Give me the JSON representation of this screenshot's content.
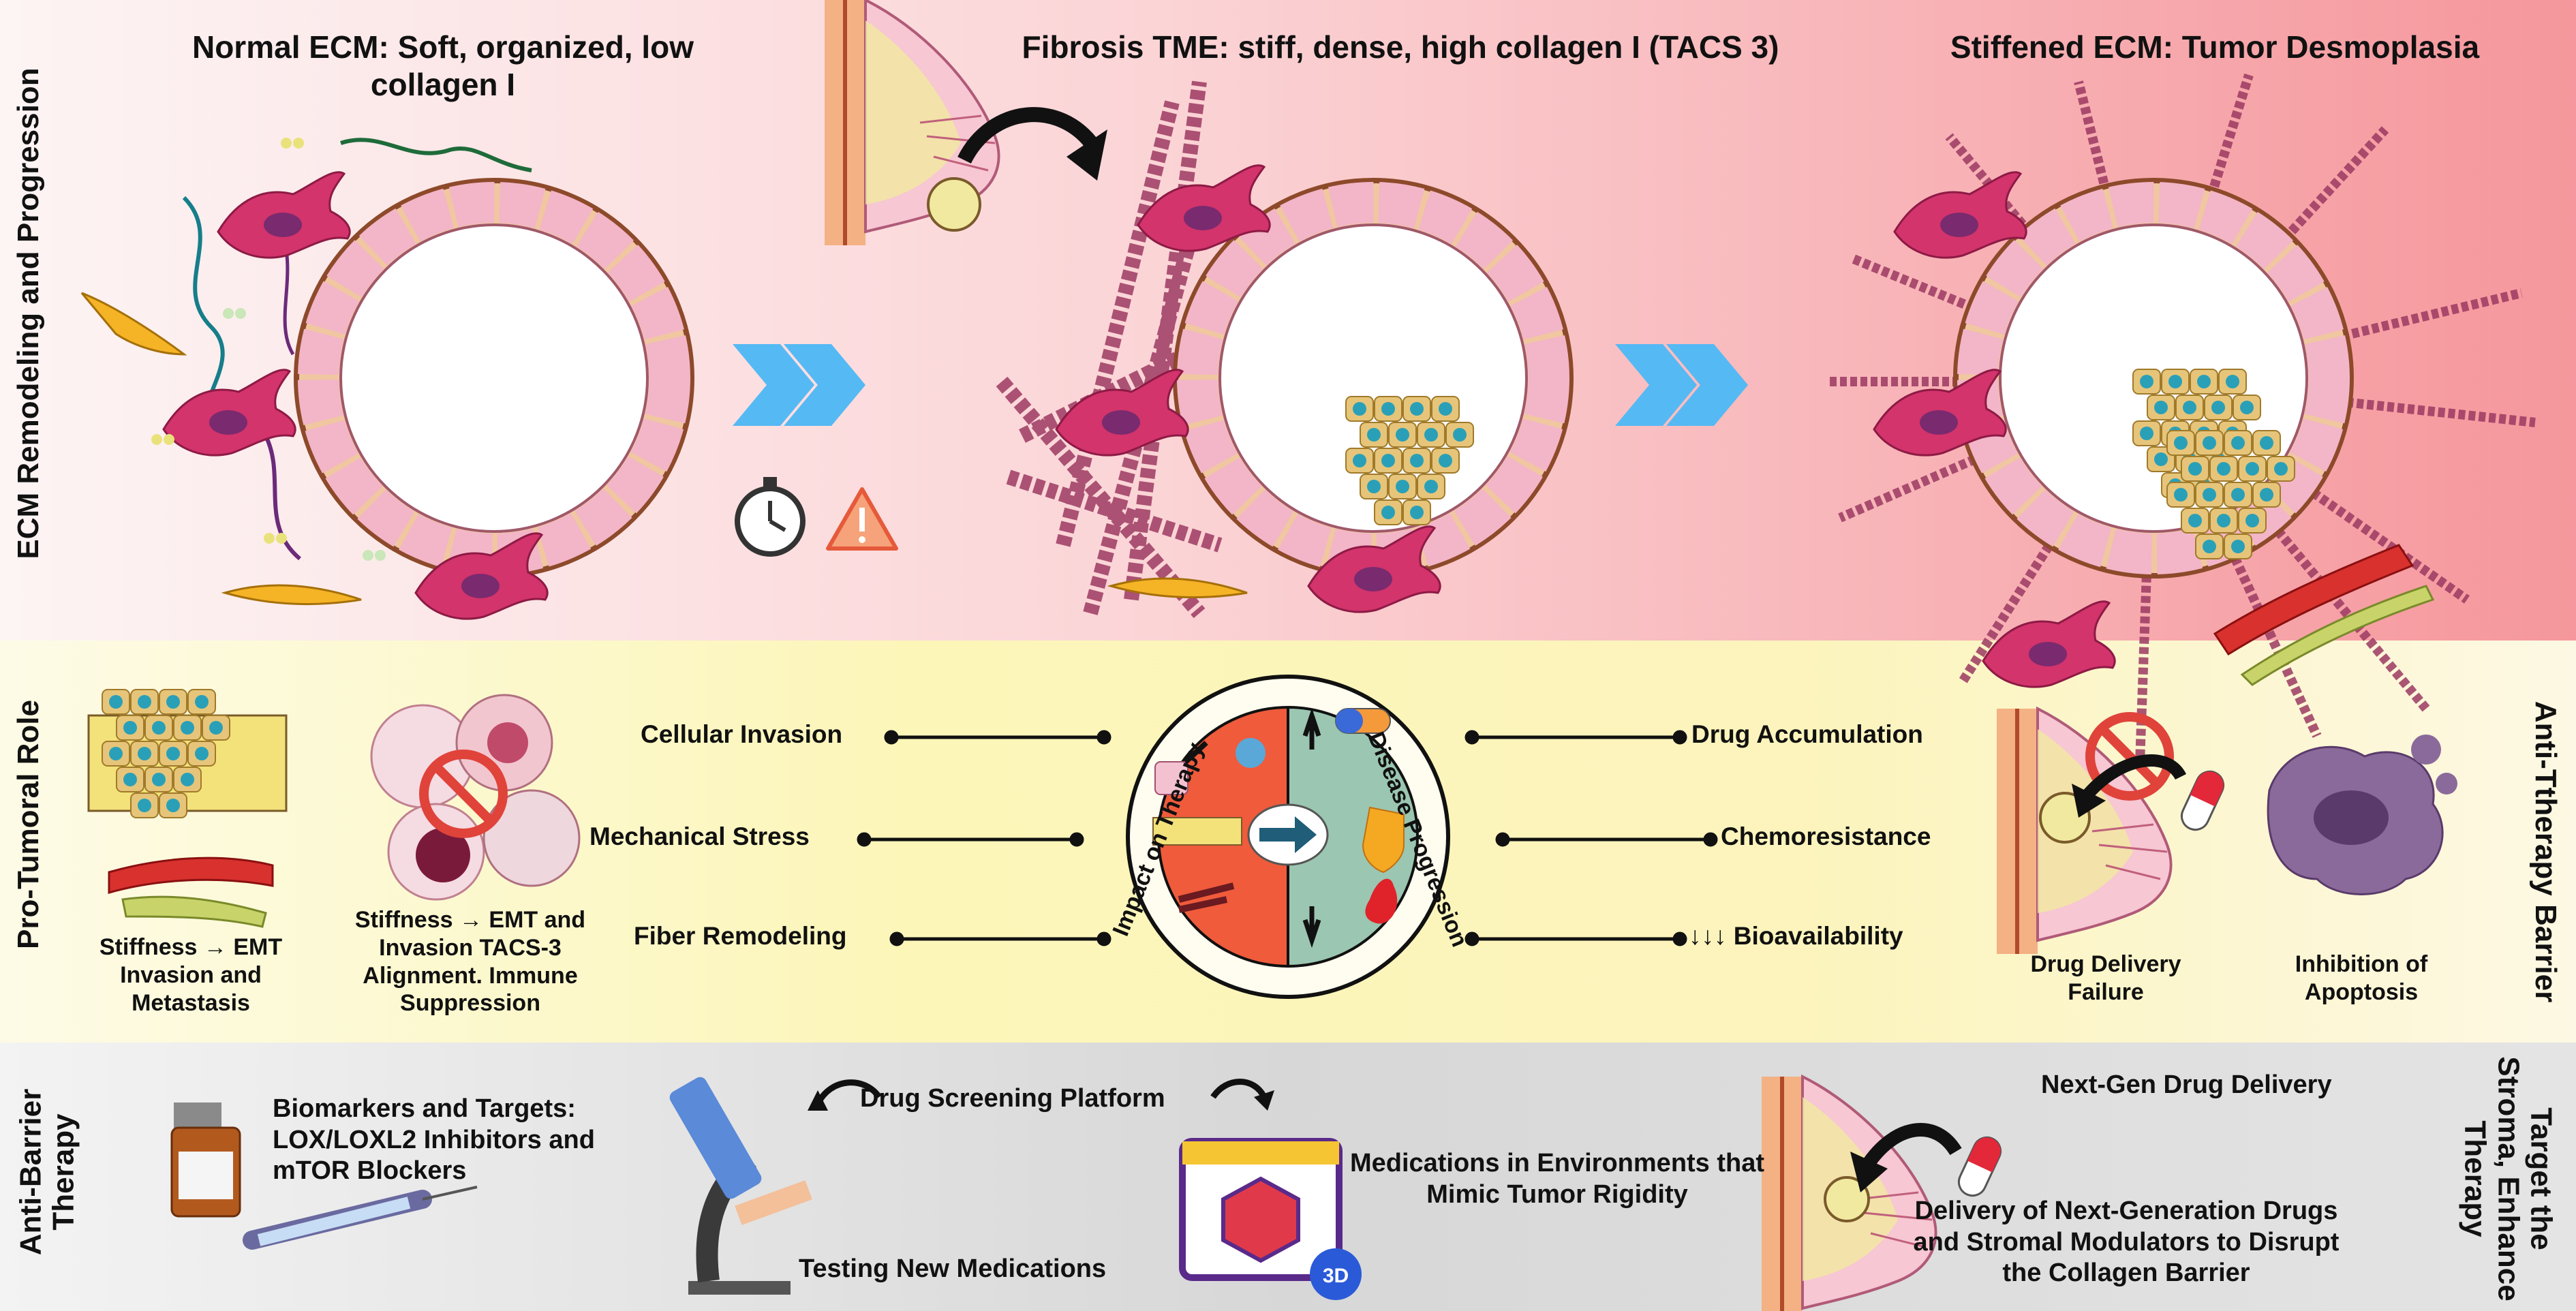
{
  "sections": {
    "normal_title": "Normal ECM: Soft, organized, low collagen I",
    "fibrosis_title": "Fibrosis TME: stiff, dense, high collagen I (TACS 3)",
    "stiffened_title": "Stiffened ECM: Tumor Desmoplasia"
  },
  "side_labels": {
    "top": "ECM Remodeling and Progression",
    "mid_left": "Pro-Tumoral Role",
    "mid_right": "Anti-Ttherapy Barrier",
    "bottom_left": "Anti-Barrier Therapy",
    "bottom_right": "Target the Stroma, Enhance Therapy"
  },
  "pro_tumoral": {
    "caption_1": "Stiffness → EMT Invasion and Metastasis",
    "caption_2": "Stiffness → EMT and Invasion TACS-3 Alignment. Immune Suppression"
  },
  "wheel": {
    "left_arc": "Impact on Therapy",
    "right_arc": "Disease Progression",
    "left_items": [
      "Cellular Invasion",
      "Mechanical Stress",
      "Fiber Remodeling"
    ],
    "right_items": [
      "Drug Accumulation",
      "Chemoresistance",
      "↓↓↓ Bioavailability"
    ]
  },
  "barrier": {
    "caption_1": "Drug Delivery Failure",
    "caption_2": "Inhibition of Apoptosis"
  },
  "therapy": {
    "biomarkers": "Biomarkers and Targets: LOX/LOXL2 Inhibitors and mTOR Blockers",
    "screening": "Drug Screening Platform",
    "testing": "Testing New Medications",
    "mimic": "Medications in Environments that Mimic Tumor Rigidity",
    "badge_3d": "3D",
    "nextgen_title": "Next-Gen Drug Delivery",
    "nextgen_desc": "Delivery of Next-Generation Drugs and Stromal Modulators to Disrupt the Collagen Barrier"
  },
  "colors": {
    "top_band_start": "#fdf3f3",
    "top_band_end": "#f69ea2",
    "mid_band": "#fdf7c2",
    "bottom_band": "#d9d9d9",
    "chevron": "#55b9f4",
    "wheel_left": "#ef5b3b",
    "wheel_right": "#9bc6b1",
    "collagen": "#9c3a62",
    "fibroblast": "#d2346b"
  }
}
